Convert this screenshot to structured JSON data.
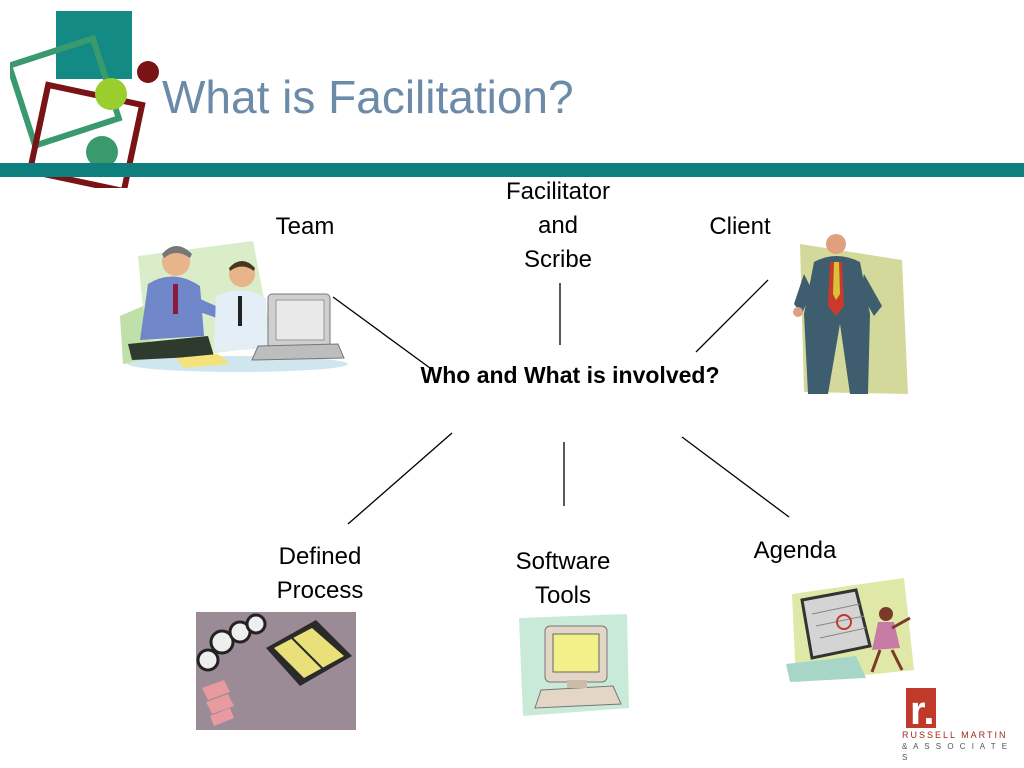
{
  "slide": {
    "title": "What is Facilitation?",
    "center_label": "Who and What is involved?",
    "nodes": {
      "team": "Team",
      "facilitator": [
        "Facilitator",
        "and",
        "Scribe"
      ],
      "client": "Client",
      "defined_process": [
        "Defined",
        "Process"
      ],
      "software_tools": [
        "Software",
        "Tools"
      ],
      "agenda": "Agenda"
    }
  },
  "logo": {
    "mark": "r.m.",
    "line1": "RUSSELL MARTIN",
    "line2": "& A S S O C I A T E S"
  },
  "colors": {
    "title": "#6b8ba8",
    "bar": "#0e7f7c",
    "teal": "#138a84",
    "green": "#3a9a6e",
    "maroon": "#7a1316",
    "lime": "#9acd2e",
    "logo_red": "#9b2a1c"
  },
  "icons": [
    "deco-squares-icon",
    "team-clipart-icon",
    "client-clipart-icon",
    "process-clipart-icon",
    "computer-clipart-icon",
    "agenda-clipart-icon",
    "rm-logo-icon"
  ]
}
